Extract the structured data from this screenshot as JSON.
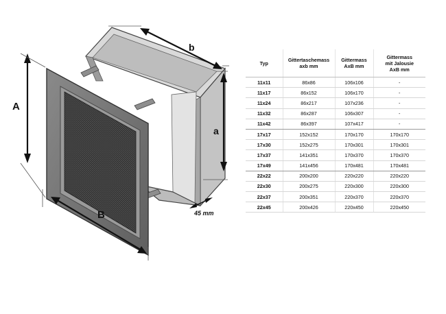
{
  "drawing": {
    "label_A": "A",
    "label_B": "B",
    "label_a": "a",
    "label_b": "b",
    "label_depth": "45 mm"
  },
  "table": {
    "headers": [
      "Typ",
      "Gittertaschemass\naxb mm",
      "Gittermass\nAxB mm",
      "Gittermass\nmit Jalousie\nAxB mm"
    ],
    "rows": [
      [
        "11x11",
        "86x86",
        "106x106",
        "-"
      ],
      [
        "11x17",
        "86x152",
        "106x170",
        "-"
      ],
      [
        "11x24",
        "86x217",
        "107x236",
        "-"
      ],
      [
        "11x32",
        "86x287",
        "106x307",
        "-"
      ],
      [
        "11x42",
        "86x397",
        "107x417",
        "-"
      ],
      [
        "17x17",
        "152x152",
        "170x170",
        "170x170"
      ],
      [
        "17x30",
        "152x275",
        "170x301",
        "170x301"
      ],
      [
        "17x37",
        "141x351",
        "170x370",
        "170x370"
      ],
      [
        "17x49",
        "141x456",
        "170x481",
        "170x481"
      ],
      [
        "22x22",
        "200x200",
        "220x220",
        "220x220"
      ],
      [
        "22x30",
        "200x275",
        "220x300",
        "220x300"
      ],
      [
        "22x37",
        "200x351",
        "220x370",
        "220x370"
      ],
      [
        "22x45",
        "200x426",
        "220x450",
        "220x450"
      ]
    ]
  },
  "colors": {
    "frame": "#6e6e6e",
    "box_light": "#cfcfcf",
    "box_mid": "#a9a9a9",
    "mesh": "#2f2f2f"
  }
}
